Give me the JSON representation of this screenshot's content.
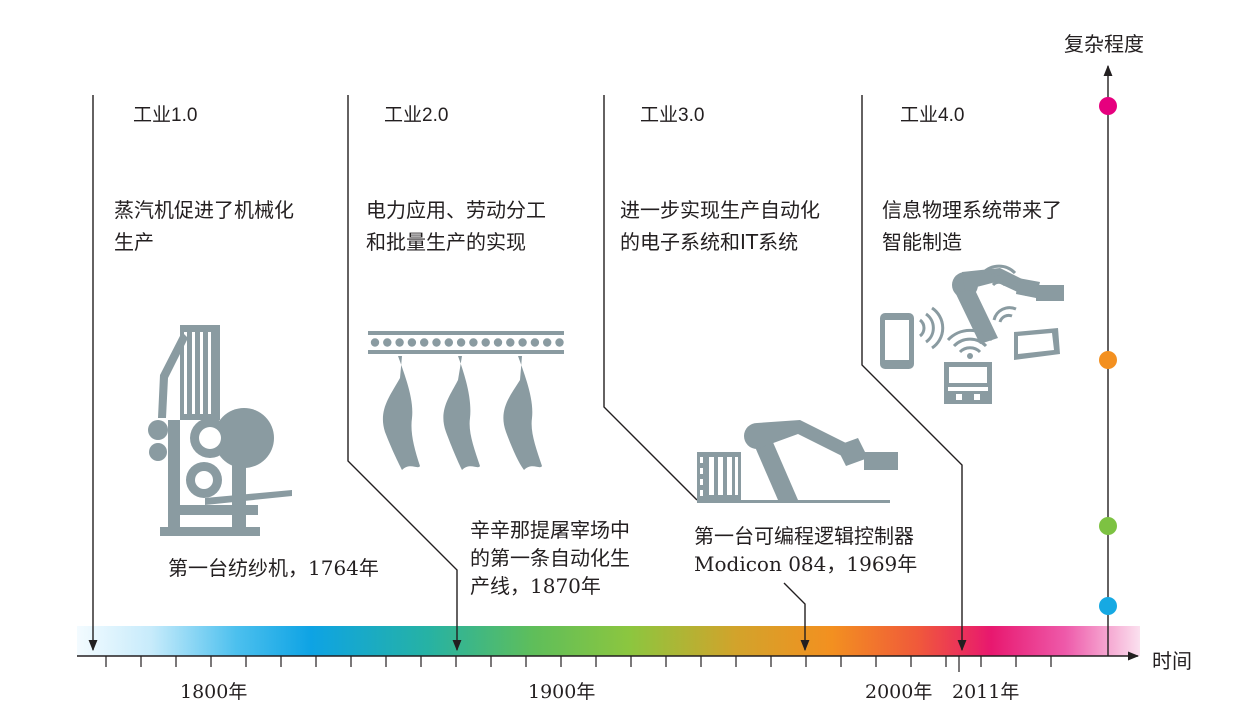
{
  "eras": [
    {
      "title": "工业1.0",
      "desc": [
        "蒸汽机促进了机械化",
        "生产"
      ]
    },
    {
      "title": "工业2.0",
      "desc": [
        "电力应用、劳动分工",
        "和批量生产的实现"
      ]
    },
    {
      "title": "工业3.0",
      "desc": [
        "进一步实现生产自动化",
        "的电子系统和IT系统"
      ]
    },
    {
      "title": "工业4.0",
      "desc": [
        "信息物理系统带来了",
        "智能制造"
      ]
    }
  ],
  "events": [
    {
      "lines": [
        "第一台纺纱机，1764年"
      ]
    },
    {
      "lines": [
        "辛辛那提屠宰场中",
        "的第一条自动化生",
        "产线，1870年"
      ]
    },
    {
      "lines": [
        "第一台可编程逻辑控制器",
        "Modicon 084，1969年"
      ]
    }
  ],
  "time_axis": {
    "label": "时间",
    "ticks": [
      {
        "label": "1800年",
        "year": 1800
      },
      {
        "label": "1900年",
        "year": 1900
      },
      {
        "label": "2000年",
        "year": 2000
      },
      {
        "label": "2011年",
        "year": 2011
      }
    ]
  },
  "complexity_axis": {
    "label": "复杂程度",
    "levels": [
      {
        "era": "工业4.0",
        "color": "#e6007e"
      },
      {
        "era": "工业3.0",
        "color": "#f39020"
      },
      {
        "era": "工业2.0",
        "color": "#7dc242"
      },
      {
        "era": "工业1.0",
        "color": "#16a9e3"
      }
    ]
  },
  "colors": {
    "illustration": "#8a9ba1",
    "line": "#231f20"
  }
}
